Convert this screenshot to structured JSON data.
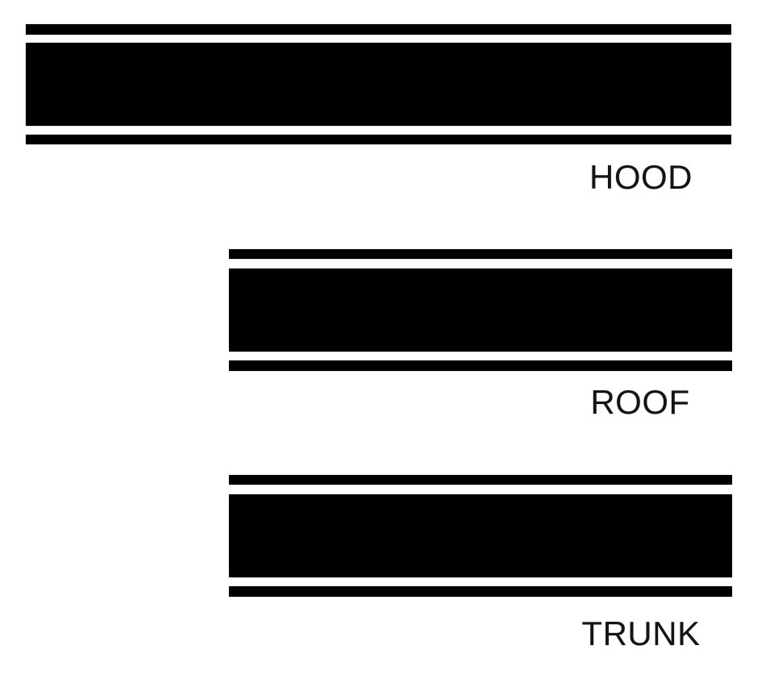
{
  "diagram": {
    "background_color": "#ffffff",
    "stripe_color": "#000000",
    "label_color": "#141414",
    "sections": [
      {
        "id": "hood",
        "label": "HOOD",
        "stripes": [
          "pinstripe",
          "main-stripe",
          "pinstripe"
        ]
      },
      {
        "id": "roof",
        "label": "ROOF",
        "stripes": [
          "pinstripe",
          "main-stripe",
          "pinstripe"
        ]
      },
      {
        "id": "trunk",
        "label": "TRUNK",
        "stripes": [
          "pinstripe",
          "main-stripe",
          "pinstripe"
        ]
      }
    ]
  }
}
